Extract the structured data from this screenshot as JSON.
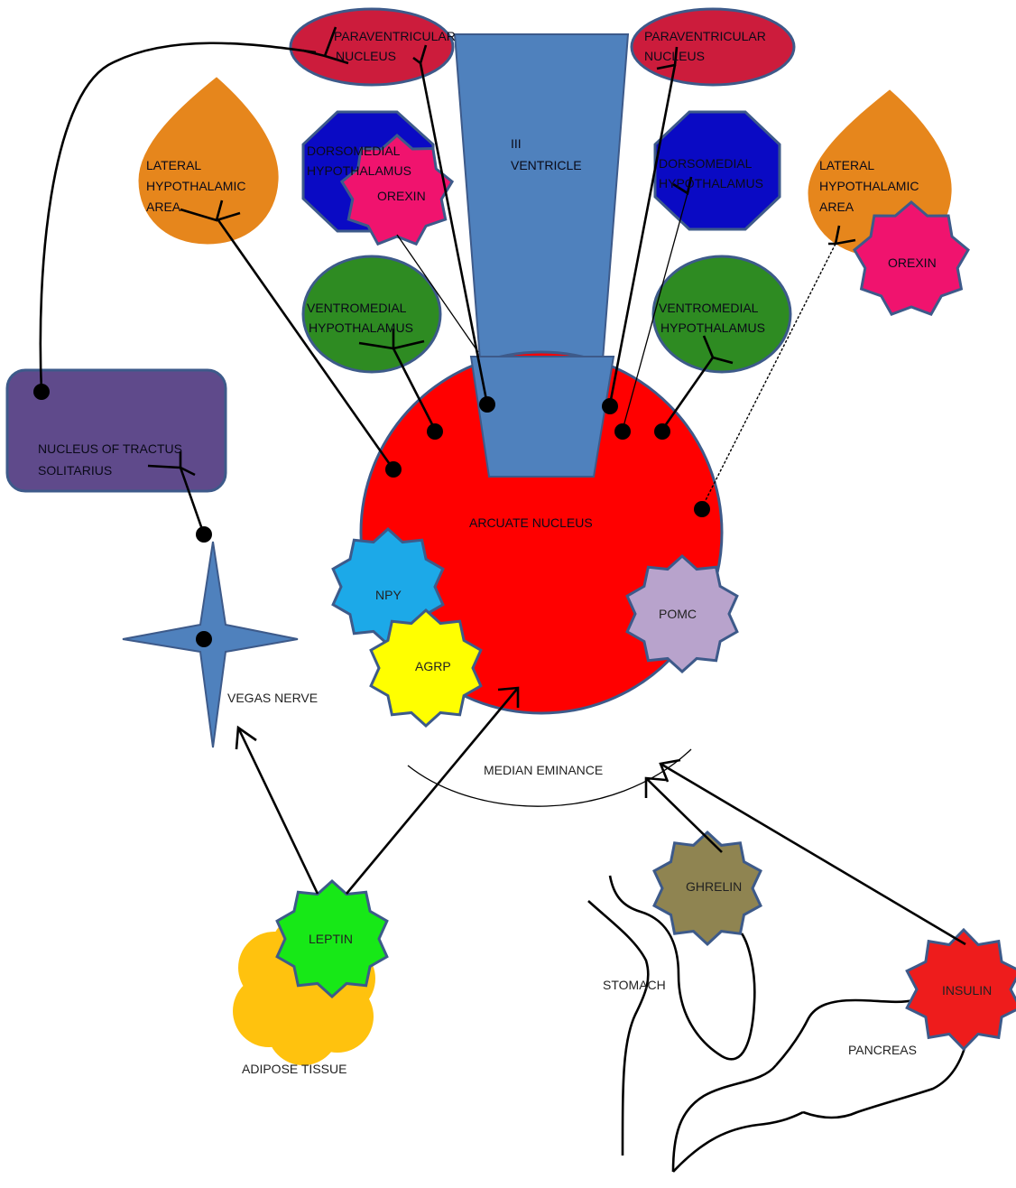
{
  "labels": {
    "pvn_left_1": "PARAVENTRICULAR",
    "pvn_left_2": "NUCLEUS",
    "pvn_right_1": "PARAVENTRICULAR",
    "pvn_right_2": "NUCLEUS",
    "ventricle_1": "III",
    "ventricle_2": "VENTRICLE",
    "lha_left_1": "LATERAL",
    "lha_left_2": "HYPOTHALAMIC",
    "lha_left_3": "AREA",
    "lha_right_1": "LATERAL",
    "lha_right_2": "HYPOTHALAMIC",
    "lha_right_3": "AREA",
    "dmh_left_1": "DORSOMEDIAL",
    "dmh_left_2": "HYPOTHALAMUS",
    "dmh_right_1": "DORSOMEDIAL",
    "dmh_right_2": "HYPOTHALAMUS",
    "orexin_left": "OREXIN",
    "orexin_right": "OREXIN",
    "vmh_left_1": "VENTROMEDIAL",
    "vmh_left_2": "HYPOTHALAMUS",
    "vmh_right_1": "VENTROMEDIAL",
    "vmh_right_2": "HYPOTHALAMUS",
    "nts_1": "NUCLEUS OF TRACTUS",
    "nts_2": "SOLITARIUS",
    "arcuate": "ARCUATE NUCLEUS",
    "npy": "NPY",
    "agrp": "AGRP",
    "pomc": "POMC",
    "vagus": "VEGAS NERVE",
    "median": "MEDIAN EMINANCE",
    "leptin": "LEPTIN",
    "adipose": "ADIPOSE TISSUE",
    "ghrelin": "GHRELIN",
    "stomach": "STOMACH",
    "insulin": "INSULIN",
    "pancreas": "PANCREAS"
  },
  "colors": {
    "pvn": "#cc1c3c",
    "ventricle": "#4f81bd",
    "lha": "#e6861c",
    "dmh": "#0a0ac4",
    "orexin": "#f0136e",
    "vmh": "#2e8b22",
    "nts": "#5f4a8b",
    "arcuate": "#ff0000",
    "npy": "#1ca9e8",
    "agrp": "#ffff00",
    "pomc": "#b8a3cc",
    "vagus": "#4f81bd",
    "leptin": "#17e817",
    "adipose": "#ffc20e",
    "ghrelin": "#8f8451",
    "insulin": "#ee1c1c",
    "outline": "#3d5a8a"
  }
}
